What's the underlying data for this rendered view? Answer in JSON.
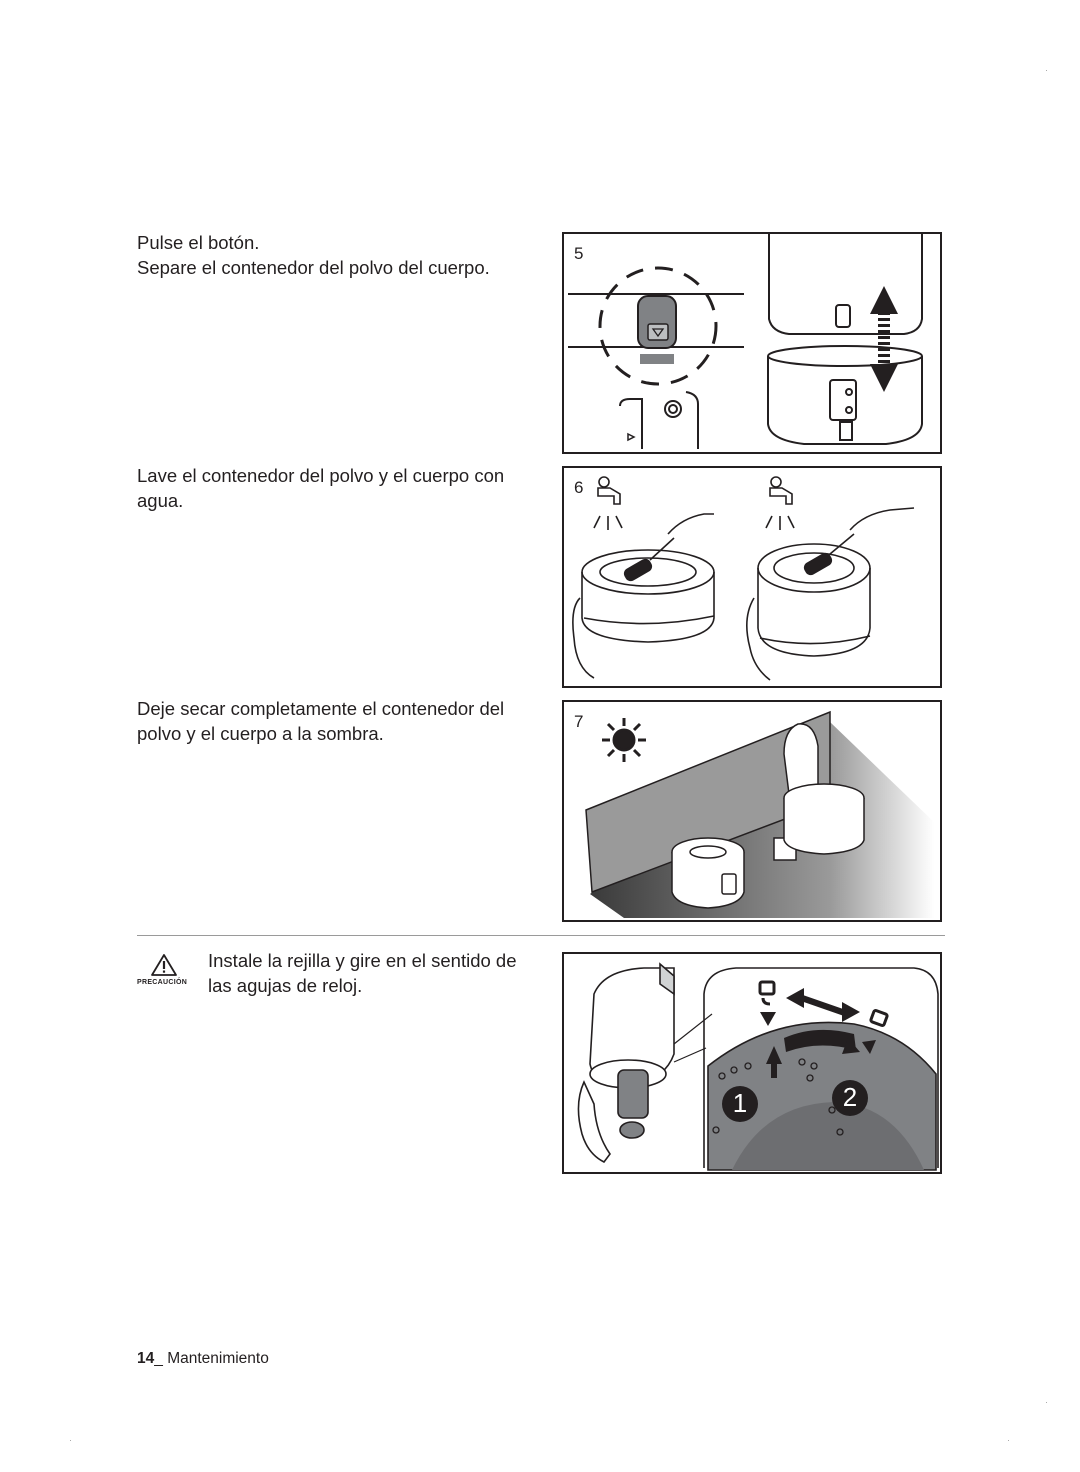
{
  "steps": [
    {
      "number": "5",
      "lines": [
        "Pulse el botón.",
        "Separe el contenedor del polvo del cuerpo."
      ]
    },
    {
      "number": "6",
      "lines": [
        "Lave el contenedor del polvo y el cuerpo con",
        "agua."
      ]
    },
    {
      "number": "7",
      "lines": [
        "Deje secar completamente el contenedor del",
        "polvo y el cuerpo a la sombra."
      ]
    }
  ],
  "caution": {
    "label": "PRECAUCIÓN",
    "lines": [
      "Instale la rejilla y gire en el sentido de",
      "las agujas de reloj."
    ],
    "marker_1": "1",
    "marker_2": "2"
  },
  "footer": {
    "page_number": "14",
    "separator": "_ ",
    "section": "Mantenimiento"
  },
  "icons": [
    "caution-triangle-icon",
    "sun-icon",
    "faucet-icon",
    "lock-icon",
    "unlock-icon",
    "double-arrow-icon"
  ]
}
